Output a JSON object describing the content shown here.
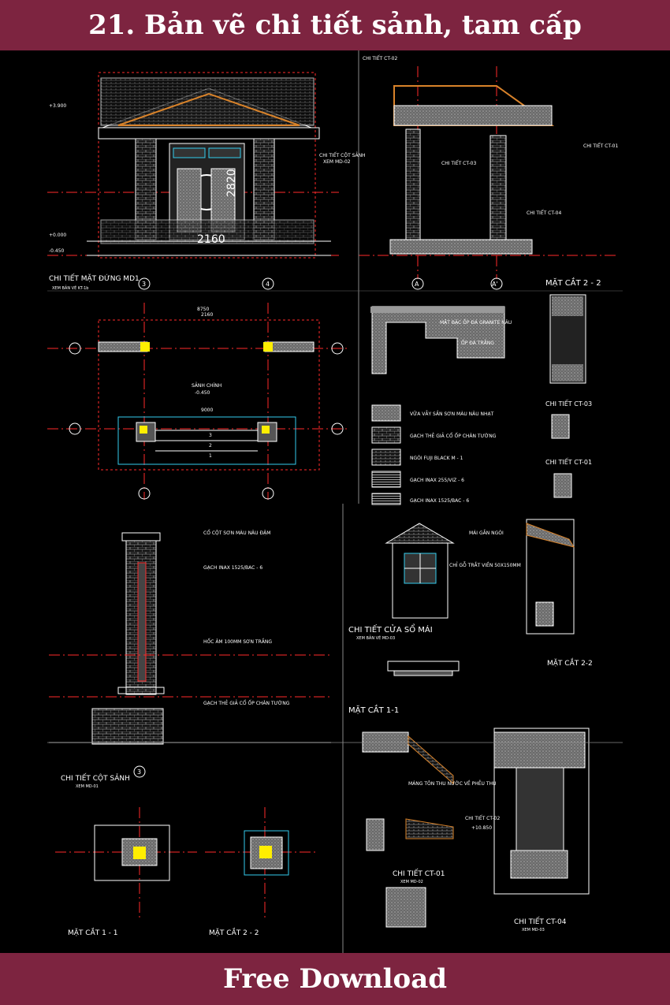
{
  "header": {
    "title": "21. Bản vẽ chi tiết sảnh, tam cấp"
  },
  "footer": {
    "download_label": "Free Download"
  },
  "colors": {
    "banner": "#7d2440",
    "background": "#000000",
    "line": "#ffffff",
    "axis": "#ff2a2a",
    "dim": "#e0e0e0",
    "cyan": "#33ccee",
    "yellow": "#ffee00",
    "orange": "#d9832a"
  },
  "drawing": {
    "elevation": {
      "title": "CHI TIẾT MẶT ĐỨNG MD1",
      "note": "XEM BẢN VẼ KT-1b",
      "door_height": "2820",
      "door_width": "2160",
      "label_col": "CHI TIẾT CỘT SẢNH",
      "label_col_ref": "XEM MD-02",
      "levels": [
        "+3.900",
        "+0.000",
        "-0.450"
      ]
    },
    "section_view": {
      "title": "MẶT CẮT 2 - 2",
      "labels": [
        "CHI TIẾT CT-02",
        "CHI TIẾT CT-03",
        "CHI TIẾT CT-01",
        "CHI TIẾT CT-04"
      ]
    },
    "plan": {
      "room_label": "SẢNH CHÍNH",
      "level": "-0.450",
      "steps": [
        "3",
        "2",
        "1"
      ],
      "dims": [
        "8750",
        "2160",
        "9000"
      ]
    },
    "step_detail": {
      "labels": [
        "MẶT BẬC ỐP ĐÁ GRANITE NÂU",
        "ỐP ĐÁ TRẮNG"
      ]
    },
    "legend": [
      "VỮA VẪY SẦN SƠN MÀU NÂU NHẠT",
      "GẠCH THẺ GIẢ CỔ ỐP CHÂN TƯỜNG",
      "NGÓI FUJI BLACK M - 1",
      "GẠCH INAX 255/VIZ - 6",
      "GẠCH INAX 1525/BAC - 6"
    ],
    "small_details": {
      "ct03": "CHI TIẾT CT-03",
      "ct01": "CHI TIẾT CT-01",
      "section22b": "MẶT CẮT 2-2"
    },
    "column": {
      "title": "CHI TIẾT CỘT SẢNH",
      "ref": "XEM MD-01",
      "labels": [
        "CỔ CỘT SƠN MÀU NÂU ĐẬM",
        "GẠCH INAX 1525/BAC - 6",
        "HỐC ÂM 100MM SƠN TRẮNG",
        "GẠCH THẺ GIẢ CỔ ỐP CHÂN TƯỜNG"
      ]
    },
    "window": {
      "title": "CHI TIẾT CỬA SỔ MÁI",
      "ref": "XEM BẢN VẼ MD-03",
      "labels": [
        "MÁI GẮN NGÓI",
        "CHỈ GỖ TRẮT VIỀN 50X150MM"
      ]
    },
    "section11": {
      "title": "MẶT CẮT 1-1"
    },
    "column_sections": {
      "s11": "MẶT CẮT 1 - 1",
      "s22": "MẶT CẮT 2 - 2"
    },
    "ct01_detail": {
      "title": "CHI TIẾT CT-01",
      "ref": "XEM MD-02",
      "labels": [
        "MÁNG TÔN THU NƯỚC VỀ PHỄU THU",
        "CHI TIẾT CT-02"
      ],
      "level": "+10.850"
    },
    "ct04_detail": {
      "title": "CHI TIẾT CT-04",
      "ref": "XEM MD-03"
    },
    "axes": [
      "3",
      "4",
      "A",
      "A'"
    ]
  }
}
